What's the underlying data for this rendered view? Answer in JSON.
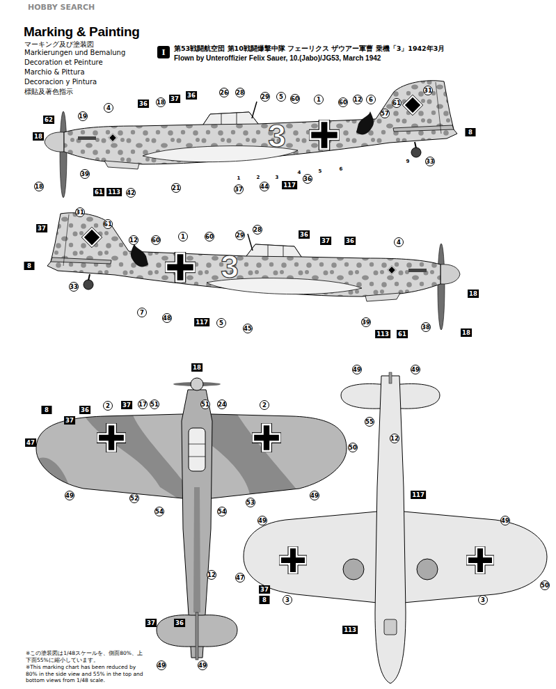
{
  "diagram": {
    "title": "Marking & Painting",
    "labels": [
      "HOBBY SEARCH",
      "マーキング及び塗装図",
      "Markierungen und Bemalung",
      "Decoration et Peinture",
      "Marchio & Pittura",
      "Decoracion y Pintura",
      "標貼及著色指示",
      "I",
      "第53戦闘航空団 第10戦闘爆撃中隊 フェーリクス ザウアー軍曹 乗機「3」1942年3月",
      "Flown by Unteroffizier Felix Sauer, 10.(Jabo)/JG53, March 1942",
      "3",
      "3",
      "31",
      "61",
      "57",
      "6",
      "12",
      "60",
      "1",
      "60",
      "5",
      "29",
      "28",
      "26",
      "36",
      "37",
      "18",
      "36",
      "4",
      "19",
      "62",
      "18",
      "18",
      "39",
      "61",
      "113",
      "42",
      "21",
      "37",
      "44",
      "117",
      "36",
      "8",
      "33",
      "1",
      "2",
      "3",
      "4",
      "5",
      "6",
      "9",
      "31",
      "61",
      "37",
      "12",
      "60",
      "1",
      "60",
      "29",
      "28",
      "36",
      "37",
      "36",
      "4",
      "8",
      "33",
      "7",
      "48",
      "117",
      "5",
      "45",
      "39",
      "113",
      "61",
      "38",
      "18",
      "18",
      "18",
      "8",
      "37",
      "36",
      "2",
      "37",
      "17",
      "51",
      "51",
      "24",
      "2",
      "47",
      "50",
      "49",
      "52",
      "54",
      "54",
      "53",
      "49",
      "12",
      "37",
      "36",
      "49",
      "49",
      "49",
      "49",
      "55",
      "12",
      "117",
      "49",
      "49",
      "47",
      "37",
      "8",
      "3",
      "50",
      "3",
      "113",
      "※この塗装図は1/48スケールを、側面80%、上下面55%に縮小しています。",
      "※This marking chart has been reduced by 80% in the side view and 55% in the top and bottom views from 1/48 scale."
    ]
  }
}
